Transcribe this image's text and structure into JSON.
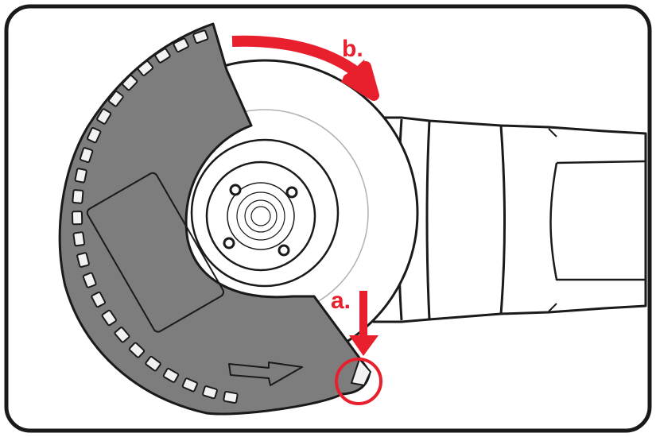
{
  "labels": {
    "a": "a.",
    "b": "b."
  },
  "colors": {
    "annotation": "#e8202e",
    "guard": "#7d7d7d",
    "outline": "#1a1a1a",
    "background": "#ffffff",
    "notch": "#f2f2f2"
  },
  "icons": {
    "guard": "blade-guard",
    "rotation": "rotation-arrow-icon",
    "press": "down-arrow-icon",
    "highlight": "highlight-circle"
  }
}
